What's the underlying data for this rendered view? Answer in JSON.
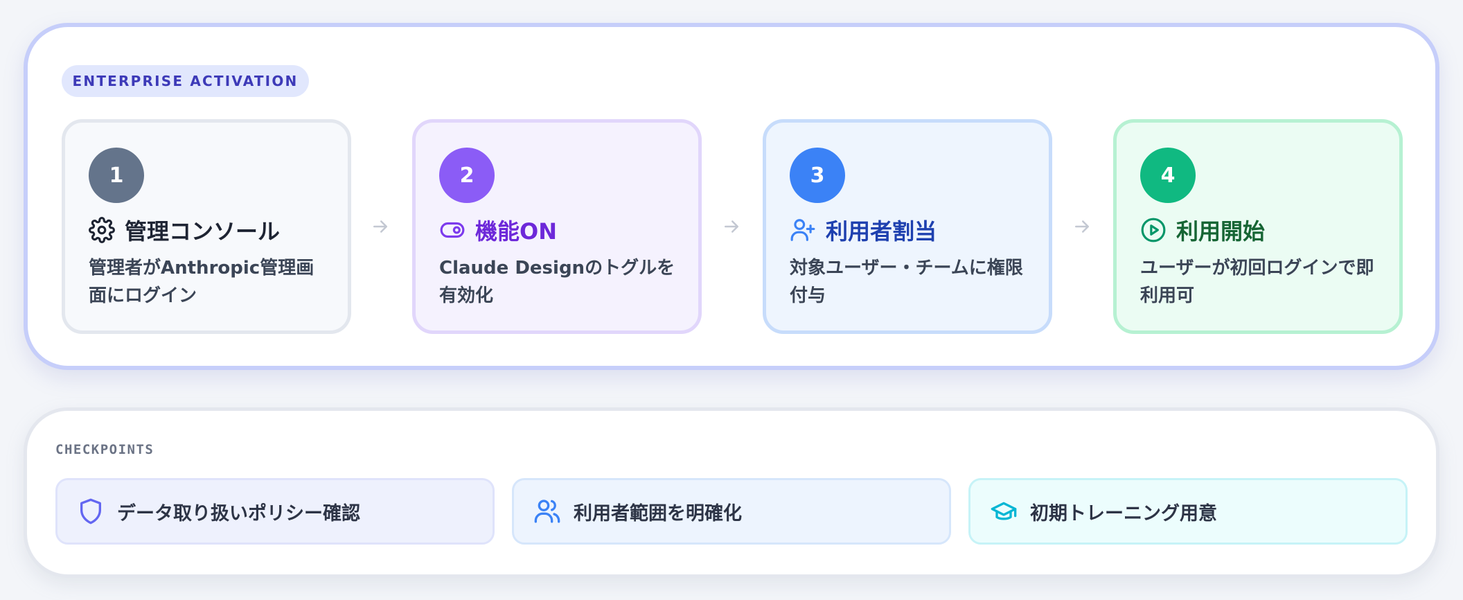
{
  "activation": {
    "badge": "ENTERPRISE ACTIVATION",
    "steps": [
      {
        "number": "1",
        "title": "管理コンソール",
        "description": "管理者がAnthropic管理画面にログイン",
        "icon": "gear-icon",
        "accent": "#64748b",
        "bg": "#f7f9fc",
        "border": "#e3e7ee",
        "title_color": "#1e2433"
      },
      {
        "number": "2",
        "title": "機能ON",
        "description": "Claude Designのトグルを有効化",
        "icon": "toggle-icon",
        "accent": "#8b5cf6",
        "bg": "#f5f2fe",
        "border": "#e1d6fb",
        "title_color": "#6d28d9"
      },
      {
        "number": "3",
        "title": "利用者割当",
        "description": "対象ユーザー・チームに権限付与",
        "icon": "user-plus-icon",
        "accent": "#3b82f6",
        "bg": "#eef5fe",
        "border": "#c7dcfb",
        "title_color": "#1e40af"
      },
      {
        "number": "4",
        "title": "利用開始",
        "description": "ユーザーが初回ログインで即利用可",
        "icon": "play-circle-icon",
        "accent": "#10b981",
        "bg": "#ebfcf3",
        "border": "#b6f1d2",
        "title_color": "#166534"
      }
    ]
  },
  "checkpoints": {
    "label": "CHECKPOINTS",
    "items": [
      {
        "text": "データ取り扱いポリシー確認",
        "icon": "shield-icon",
        "accent": "#6366f1",
        "bg": "#eef1fd",
        "border": "#dfe3fb"
      },
      {
        "text": "利用者範囲を明確化",
        "icon": "users-icon",
        "accent": "#3b82f6",
        "bg": "#edf4fe",
        "border": "#d6e6fb"
      },
      {
        "text": "初期トレーニング用意",
        "icon": "graduation-cap-icon",
        "accent": "#06b6d4",
        "bg": "#ecfdfd",
        "border": "#c6f3f7"
      }
    ]
  }
}
